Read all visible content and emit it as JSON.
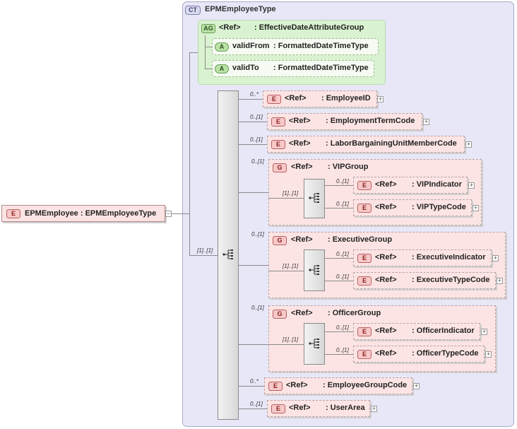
{
  "root": {
    "badge": "E",
    "label": "EPMEmployee : EPMEmployeeType",
    "expander": "−"
  },
  "complex_type": {
    "badge": "CT",
    "name": "EPMEmployeeType"
  },
  "attribute_group": {
    "badge": "AG",
    "ref": "<Ref>",
    "type": ": EffectiveDateAttributeGroup",
    "attributes": [
      {
        "badge": "A",
        "name": "validFrom",
        "type": ": FormattedDateTimeType"
      },
      {
        "badge": "A",
        "name": "validTo",
        "type": ": FormattedDateTimeType"
      }
    ]
  },
  "sequence": {
    "cardinality": "[1]..[1]"
  },
  "elements": [
    {
      "card": "0..*",
      "badge": "E",
      "ref": "<Ref>",
      "type": ": EmployeeID",
      "plus": "+"
    },
    {
      "card": "0..[1]",
      "badge": "E",
      "ref": "<Ref>",
      "type": ": EmploymentTermCode",
      "plus": "+"
    },
    {
      "card": "0..[1]",
      "badge": "E",
      "ref": "<Ref>",
      "type": ": LaborBargainingUnitMemberCode",
      "plus": "+"
    },
    {
      "card": "0..*",
      "badge": "E",
      "ref": "<Ref>",
      "type": ": EmployeeGroupCode",
      "plus": "+"
    },
    {
      "card": "0..[1]",
      "badge": "E",
      "ref": "<Ref>",
      "type": ": UserArea",
      "plus": "+"
    }
  ],
  "groups": [
    {
      "card": "0..[1]",
      "badge": "G",
      "ref": "<Ref>",
      "type": ": VIPGroup",
      "seq_card": "[1]..[1]",
      "children": [
        {
          "card": "0..[1]",
          "badge": "E",
          "ref": "<Ref>",
          "type": ": VIPIndicator",
          "plus": "+"
        },
        {
          "card": "0..[1]",
          "badge": "E",
          "ref": "<Ref>",
          "type": ": VIPTypeCode",
          "plus": "+"
        }
      ]
    },
    {
      "card": "0..[1]",
      "badge": "G",
      "ref": "<Ref>",
      "type": ": ExecutiveGroup",
      "seq_card": "[1]..[1]",
      "children": [
        {
          "card": "0..[1]",
          "badge": "E",
          "ref": "<Ref>",
          "type": ": ExecutiveIndicator",
          "plus": "+"
        },
        {
          "card": "0..[1]",
          "badge": "E",
          "ref": "<Ref>",
          "type": ": ExecutiveTypeCode",
          "plus": "+"
        }
      ]
    },
    {
      "card": "0..[1]",
      "badge": "G",
      "ref": "<Ref>",
      "type": ": OfficerGroup",
      "seq_card": "[1]..[1]",
      "children": [
        {
          "card": "0..[1]",
          "badge": "E",
          "ref": "<Ref>",
          "type": ": OfficerIndicator",
          "plus": "+"
        },
        {
          "card": "0..[1]",
          "badge": "E",
          "ref": "<Ref>",
          "type": ": OfficerTypeCode",
          "plus": "+"
        }
      ]
    }
  ]
}
